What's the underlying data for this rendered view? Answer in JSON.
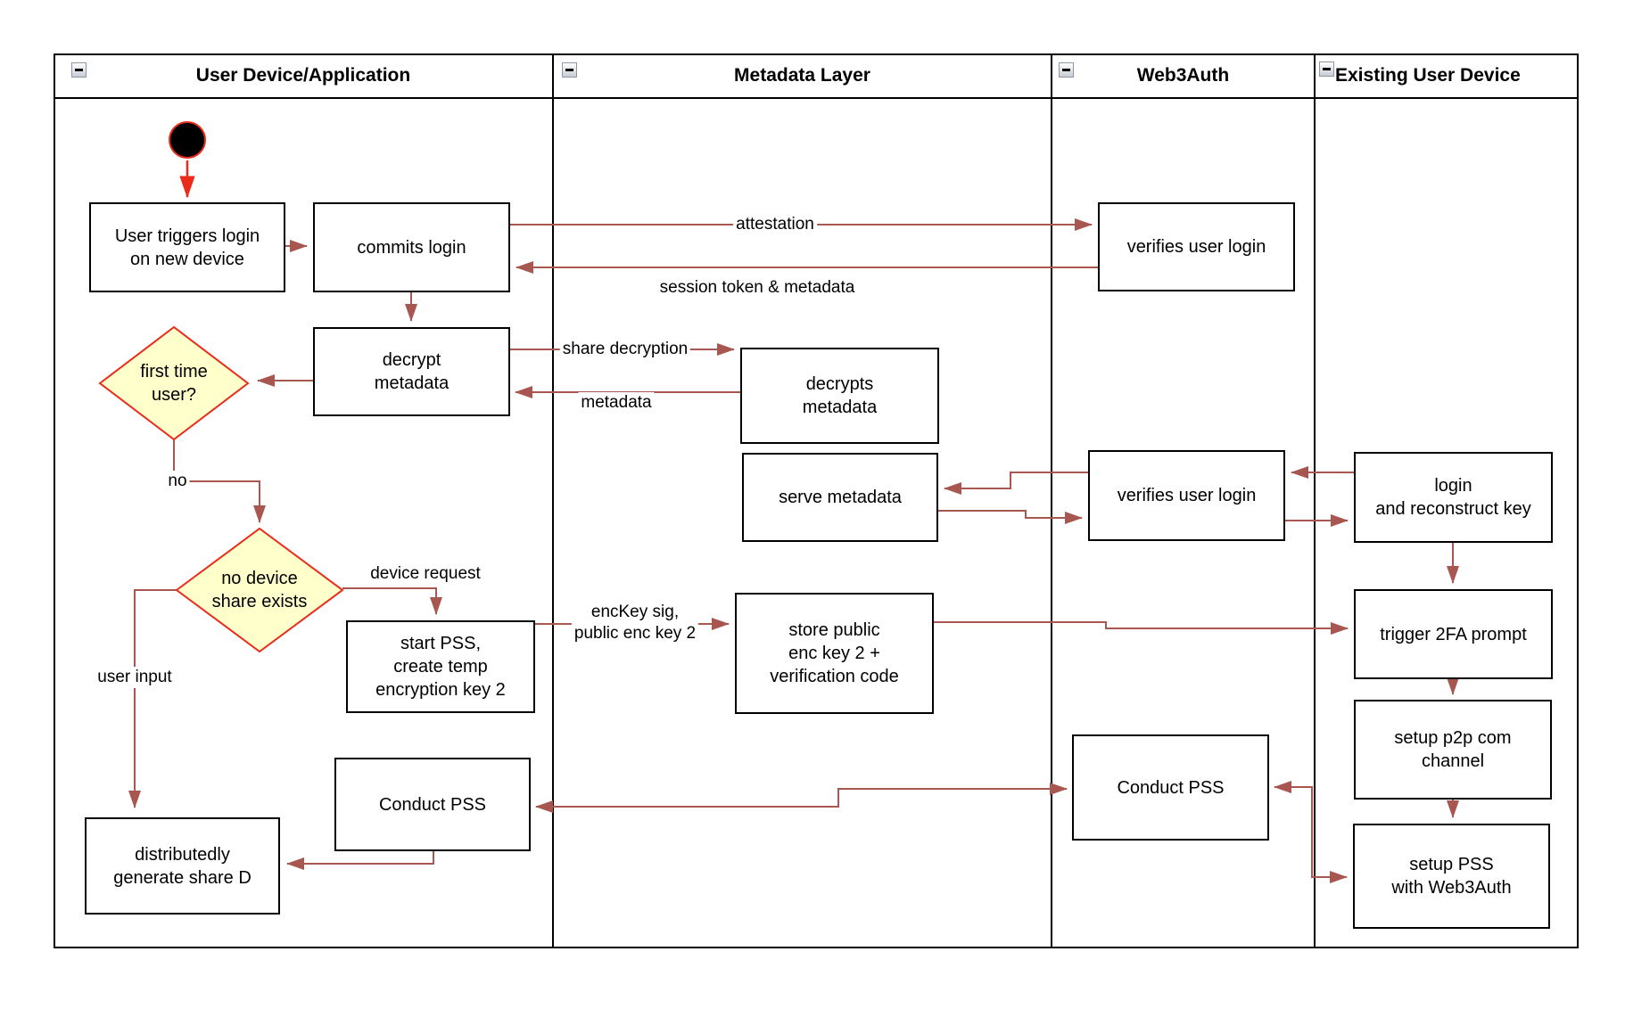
{
  "lanes": [
    {
      "title": "User Device/Application"
    },
    {
      "title": "Metadata Layer"
    },
    {
      "title": "Web3Auth"
    },
    {
      "title": "Existing User Device"
    }
  ],
  "nodes": {
    "user_triggers_login": "User triggers login\non new device",
    "commits_login": "commits login",
    "decrypt_metadata": "decrypt\nmetadata",
    "first_time_user": "first time\nuser?",
    "no_device_share": "no device\nshare exists",
    "start_pss": "start PSS,\ncreate temp\nencryption key 2",
    "conduct_pss_user": "Conduct PSS",
    "distributedly_generate": "distributedly\ngenerate share D",
    "decrypts_metadata": "decrypts\nmetadata",
    "serve_metadata": "serve metadata",
    "store_public_key": "store public\nenc key 2 +\nverification code",
    "verifies_user_login_top": "verifies user login",
    "verifies_user_login_mid": "verifies user login",
    "conduct_pss_web3": "Conduct PSS",
    "login_reconstruct": "login\nand reconstruct key",
    "trigger_2fa": "trigger 2FA prompt",
    "setup_p2p": "setup p2p com\nchannel",
    "setup_pss": "setup PSS\nwith Web3Auth"
  },
  "edge_labels": {
    "attestation": "attestation",
    "session_token": "session token & metadata",
    "share_decryption": "share decryption",
    "metadata": "metadata",
    "no": "no",
    "device_request": "device request",
    "user_input": "user input",
    "enckey": "encKey sig,\npublic enc key 2"
  },
  "colors": {
    "connector": "#a85750",
    "accent_red": "#ea2b1a",
    "diamond_fill": "#ffffcc",
    "box_border": "#000000",
    "lane_border": "#000000"
  }
}
